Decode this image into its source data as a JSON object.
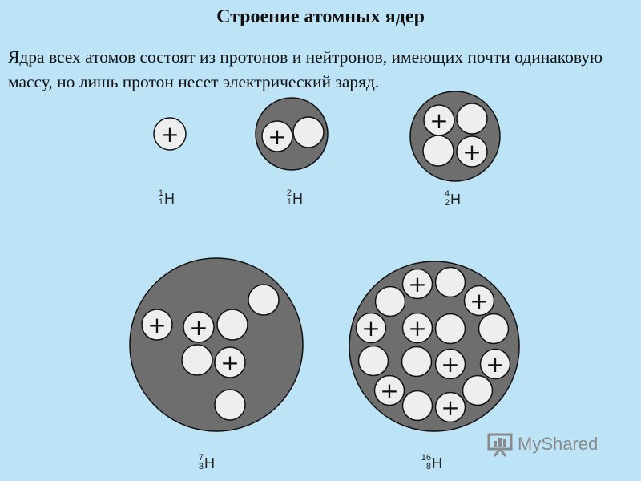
{
  "slide": {
    "title": "Строение атомных ядер",
    "intro": "Ядра всех атомов состоят из протонов и нейтронов, имеющих почти одинаковую массу, но лишь протон несет электрический заряд."
  },
  "nuclei": [
    {
      "symbol": "H",
      "mass_number": "1",
      "atomic_number": "1",
      "protons": 1,
      "neutrons": 0
    },
    {
      "symbol": "H",
      "mass_number": "2",
      "atomic_number": "1",
      "protons": 1,
      "neutrons": 1
    },
    {
      "symbol": "H",
      "mass_number": "4",
      "atomic_number": "2",
      "protons": 2,
      "neutrons": 2
    },
    {
      "symbol": "H",
      "mass_number": "7",
      "atomic_number": "3",
      "protons": 3,
      "neutrons": 4
    },
    {
      "symbol": "H",
      "mass_number": "16",
      "atomic_number": "8",
      "protons": 8,
      "neutrons": 8
    }
  ],
  "particle_sign": "+",
  "colors": {
    "background": "#bde4f6",
    "nucleus_fill": "#6e6e6e",
    "particle_fill": "#eeeeee",
    "outline": "#111111"
  },
  "watermark": {
    "text": "MyShared",
    "icon": "presentation-icon"
  }
}
